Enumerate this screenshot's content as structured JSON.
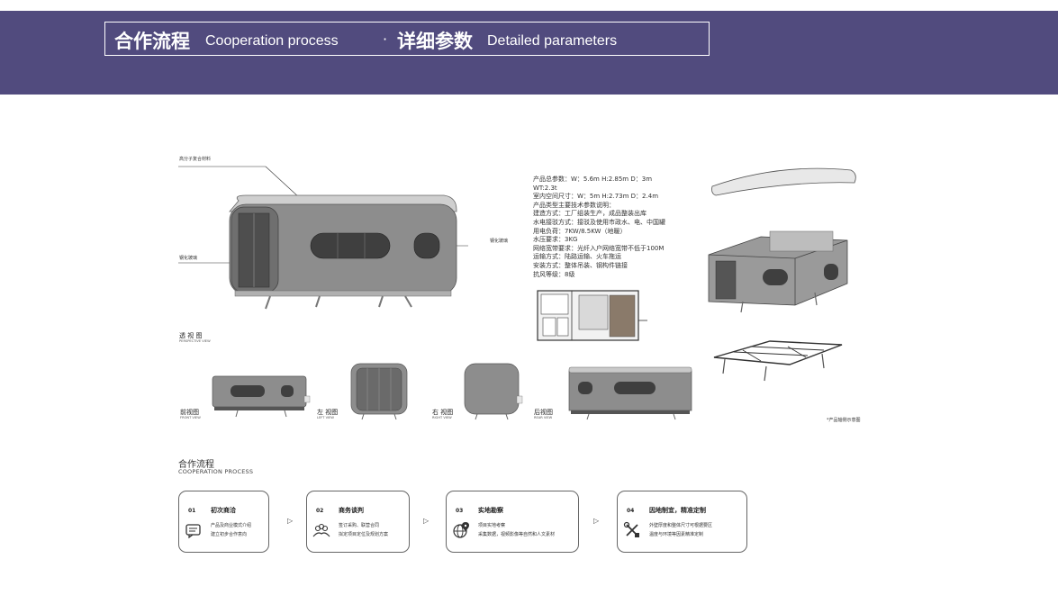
{
  "header": {
    "cn_title_1": "合作流程",
    "en_title_1": "Cooperation process",
    "dot": "·",
    "cn_title_2": "详细参数",
    "en_title_2": "Detailed parameters"
  },
  "perspective": {
    "label_material": "高分子复合材料",
    "label_glass_left": "钢化玻璃",
    "label_glass_right": "钢化玻璃",
    "view_cn": "透 视 图",
    "view_en": "PERSPECTIVE VIEW"
  },
  "views": [
    {
      "cn": "前视图",
      "en": "FRONT VIEW"
    },
    {
      "cn": "左 视图",
      "en": "LEFT VIEW"
    },
    {
      "cn": "右 视图",
      "en": "RIGHT VIEW"
    },
    {
      "cn": "后视图",
      "en": "REAR VIEW"
    }
  ],
  "specs": [
    "产品总参数：W：5.6m  H:2.85m  D：3m",
    "WT:2.3t",
    "室内空间尺寸：W：5m  H:2.73m  D：2.4m",
    "产品类型主要技术参数说明：",
    "建造方式：工厂组装生产，成品整装出库",
    "水电接驳方式：接驳及使用市政水、电、中国罐",
    "用电负荷：7KW/8.5KW（地暖）",
    "水压要求：3KG",
    "网络宽带要求：光纤入户网络宽带不低于100M",
    "运输方式：陆路运输、火车拖运",
    "安装方式：整体吊装、钢构件链接",
    "抗风等级：8级"
  ],
  "exploded_caption": "*产品轴侧示意图",
  "cooperation": {
    "title": "合作流程",
    "subtitle": "COOPERATION PROCESS",
    "arrow": "▷",
    "steps": [
      {
        "num": "01",
        "title": "初次商洽",
        "line1": "产品及商业模式介绍",
        "line2": "建立初步合作意向",
        "icon": "chat-icon"
      },
      {
        "num": "02",
        "title": "商务谈判",
        "line1": "签订采购、联营合同",
        "line2": "拟定项目定位及规划方案",
        "icon": "people-icon"
      },
      {
        "num": "03",
        "title": "实地勘察",
        "line1": "项目实地考察",
        "line2": "采集数据，视频影像等自然和人文素材",
        "icon": "globe-pin-icon"
      },
      {
        "num": "04",
        "title": "因地制宜，精准定制",
        "line1": "外壁厚度和整体尺寸可根据要区",
        "line2": "温度与环境等因素精准定制",
        "icon": "tools-icon"
      }
    ]
  },
  "colors": {
    "banner": "#514b7e",
    "pod_body": "#8c8c8c",
    "pod_roof": "#c9c9c9"
  }
}
